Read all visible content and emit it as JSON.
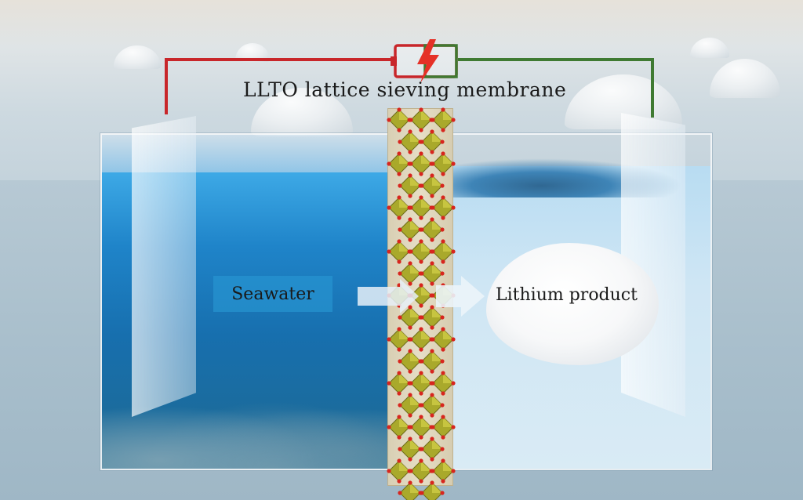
{
  "diagram": {
    "title": "LLTO lattice sieving membrane",
    "left_label": "Seawater",
    "right_label": "Lithium product"
  },
  "colors": {
    "wire_positive": "#c8262a",
    "wire_negative": "#3f7a32",
    "lightning": "#e53127",
    "octahedron": "#a9a92b",
    "oxygen_atom": "#d7261e",
    "seawater_blue": "#1f84c9",
    "membrane": "#e0d7bd"
  },
  "icons": [
    "battery-icon",
    "lightning-icon",
    "arrow-right-icon"
  ]
}
